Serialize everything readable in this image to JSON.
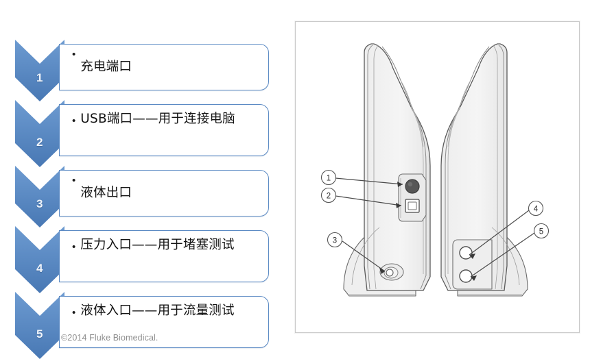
{
  "slide": {
    "copyright": "©2014 Fluke Biomedical."
  },
  "chevron_list": {
    "accent_color": "#5b8ac4",
    "chevron_fill_top": "#6d9bd1",
    "chevron_fill_bottom": "#4a7cb8",
    "box_border_color": "#5b8ac4",
    "items": [
      {
        "number": "1",
        "text": "充电端口",
        "bullet": "•"
      },
      {
        "number": "2",
        "text": "USB端口——用于连接电脑",
        "bullet": "•"
      },
      {
        "number": "3",
        "text": "液体出口",
        "bullet": "•"
      },
      {
        "number": "4",
        "text": "压力入口——用于堵塞测试",
        "bullet": "•"
      },
      {
        "number": "5",
        "text": "液体入口——用于流量测试",
        "bullet": "•"
      }
    ]
  },
  "figure": {
    "description": "line drawing of two side profile views of a handheld infusion pump analyzer device",
    "body_fill": "#f2f2f2",
    "body_stroke": "#5a5a5a",
    "callouts": [
      {
        "number": "1",
        "target": "charging-port"
      },
      {
        "number": "2",
        "target": "usb-port"
      },
      {
        "number": "3",
        "target": "fluid-outlet"
      },
      {
        "number": "4",
        "target": "pressure-inlet"
      },
      {
        "number": "5",
        "target": "fluid-inlet"
      }
    ]
  }
}
